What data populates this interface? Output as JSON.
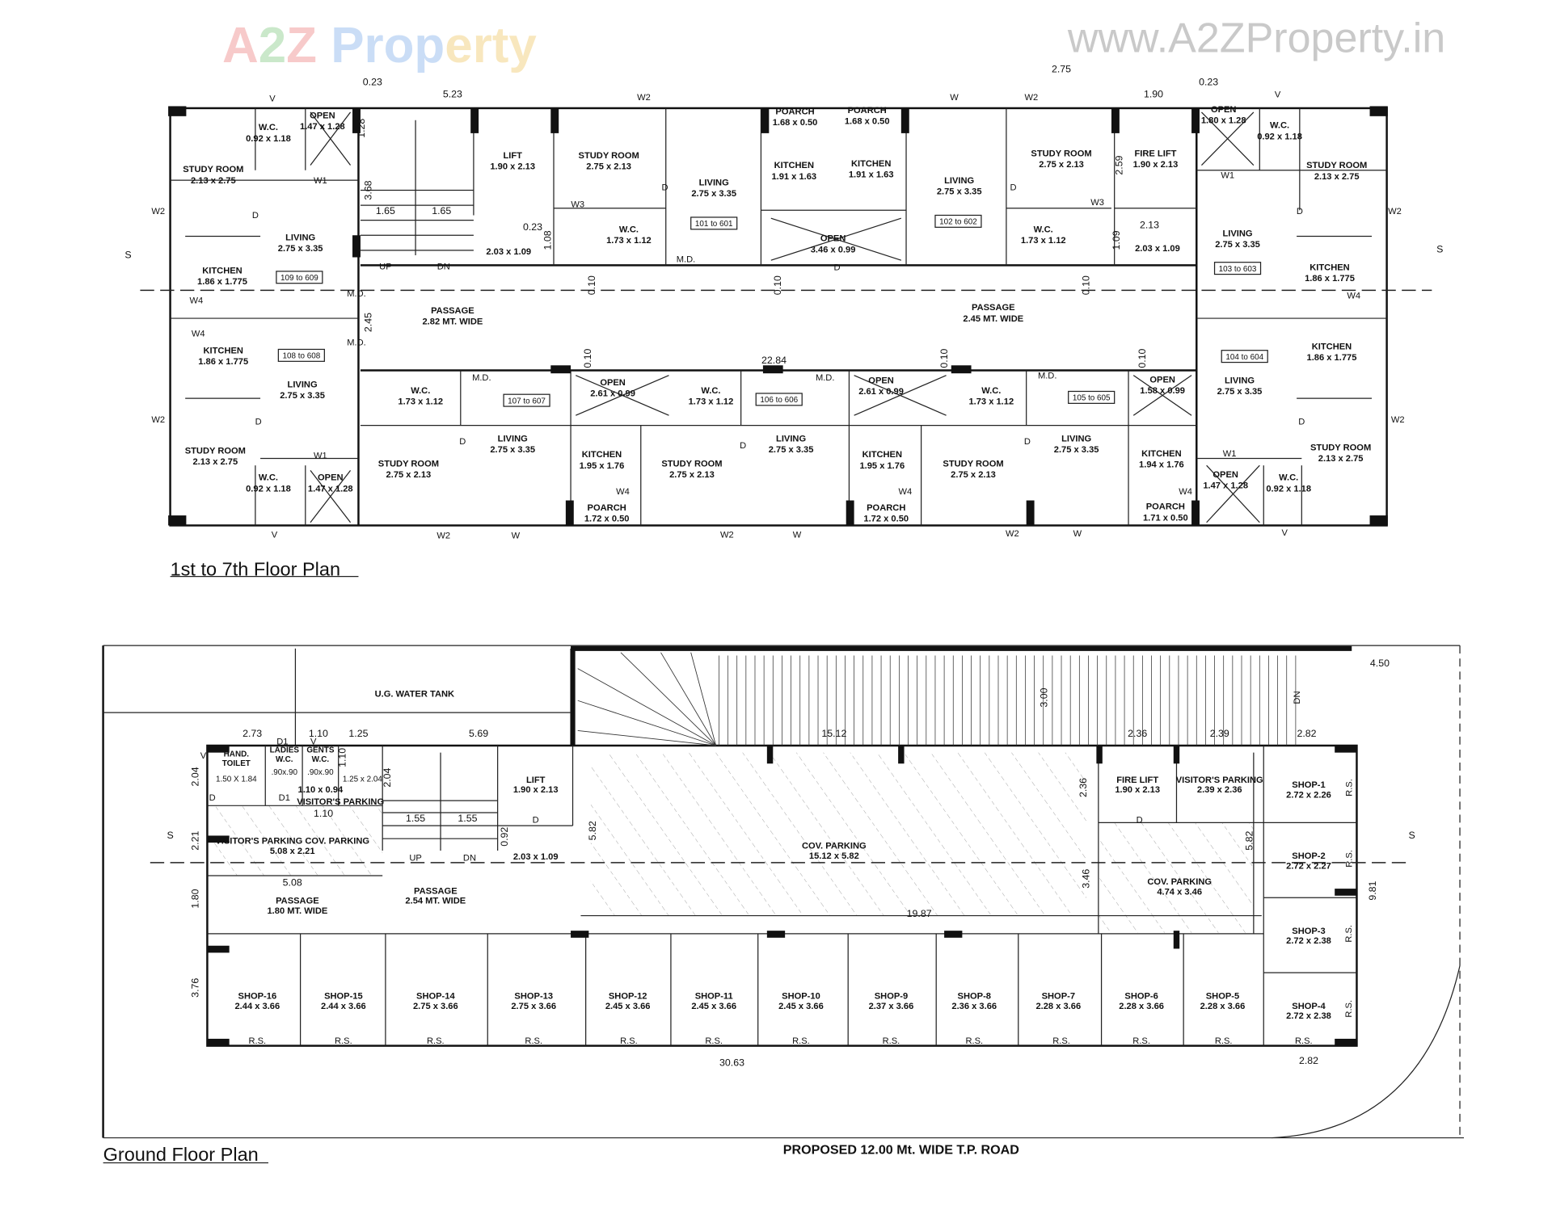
{
  "watermark": {
    "logo": "A2Z Property",
    "url": "www.A2ZProperty.in",
    "logo_colors": [
      "#f4a3a3",
      "#9fd79f",
      "#9fc3ef",
      "#f4d58a"
    ]
  },
  "upper": {
    "title": "1st to 7th Floor Plan",
    "rooms": [
      {
        "name": "STUDY ROOM",
        "size": "2.13 x 2.75"
      },
      {
        "name": "W.C.",
        "size": "0.92 x 1.18"
      },
      {
        "name": "OPEN",
        "size": "1.47 x 1.28"
      },
      {
        "name": "LIVING",
        "size": "2.75 x 3.35"
      },
      {
        "name": "KITCHEN",
        "size": "1.86 x 1.775"
      },
      {
        "name": "LIFT",
        "size": "1.90 x 2.13"
      },
      {
        "name": "STUDY ROOM",
        "size": "2.75 x 2.13"
      },
      {
        "name": "LIVING",
        "size": "2.75 x 3.35"
      },
      {
        "name": "KITCHEN",
        "size": "1.91 x 1.63"
      },
      {
        "name": "POARCH",
        "size": "1.68 x 0.50"
      },
      {
        "name": "POARCH",
        "size": "1.68 x 0.50"
      },
      {
        "name": "KITCHEN",
        "size": "1.91 x 1.63"
      },
      {
        "name": "LIVING",
        "size": "2.75 x 3.35"
      },
      {
        "name": "STUDY ROOM",
        "size": "2.75 x 2.13"
      },
      {
        "name": "FIRE LIFT",
        "size": "1.90 x 2.13"
      },
      {
        "name": "OPEN",
        "size": "1.80 x 1.28"
      },
      {
        "name": "W.C.",
        "size": "0.92 x 1.18"
      },
      {
        "name": "STUDY ROOM",
        "size": "2.13 x 2.75"
      },
      {
        "name": "LIVING",
        "size": "2.75 x 3.35"
      },
      {
        "name": "KITCHEN",
        "size": "1.86 x 1.775"
      },
      {
        "name": "W.C.",
        "size": "1.73 x 1.12"
      },
      {
        "name": "OPEN",
        "size": "3.46 x 0.99"
      },
      {
        "name": "W.C.",
        "size": "1.73 x 1.12"
      },
      {
        "name": "",
        "size": "2.03 x 1.09"
      },
      {
        "name": "",
        "size": "2.03 x 1.09"
      },
      {
        "name": "PASSAGE",
        "size": "2.82 MT. WIDE"
      },
      {
        "name": "PASSAGE",
        "size": "2.45 MT. WIDE"
      },
      {
        "name": "KITCHEN",
        "size": "1.86 x 1.775"
      },
      {
        "name": "LIVING",
        "size": "2.75 x 3.35"
      },
      {
        "name": "STUDY ROOM",
        "size": "2.13 x 2.75"
      },
      {
        "name": "W.C.",
        "size": "0.92 x 1.18"
      },
      {
        "name": "OPEN",
        "size": "1.47 x 1.28"
      },
      {
        "name": "W.C.",
        "size": "1.73 x 1.12"
      },
      {
        "name": "OPEN",
        "size": "2.61 x 0.99"
      },
      {
        "name": "STUDY ROOM",
        "size": "2.75 x 2.13"
      },
      {
        "name": "LIVING",
        "size": "2.75 x 3.35"
      },
      {
        "name": "KITCHEN",
        "size": "1.95 x 1.76"
      },
      {
        "name": "POARCH",
        "size": "1.72 x 0.50"
      },
      {
        "name": "W.C.",
        "size": "1.73 x 1.12"
      },
      {
        "name": "STUDY ROOM",
        "size": "2.75 x 2.13"
      },
      {
        "name": "LIVING",
        "size": "2.75 x 3.35"
      },
      {
        "name": "OPEN",
        "size": "2.61 x 0.99"
      },
      {
        "name": "KITCHEN",
        "size": "1.95 x 1.76"
      },
      {
        "name": "POARCH",
        "size": "1.72 x 0.50"
      },
      {
        "name": "W.C.",
        "size": "1.73 x 1.12"
      },
      {
        "name": "STUDY ROOM",
        "size": "2.75 x 2.13"
      },
      {
        "name": "LIVING",
        "size": "2.75 x 3.35"
      },
      {
        "name": "OPEN",
        "size": "1.58 x 0.99"
      },
      {
        "name": "KITCHEN",
        "size": "1.94 x 1.76"
      },
      {
        "name": "POARCH",
        "size": "1.71 x 0.50"
      },
      {
        "name": "LIVING",
        "size": "2.75 x 3.35"
      },
      {
        "name": "KITCHEN",
        "size": "1.86 x 1.775"
      },
      {
        "name": "STUDY ROOM",
        "size": "2.13 x 2.75"
      },
      {
        "name": "W.C.",
        "size": "0.92 x 1.18"
      },
      {
        "name": "OPEN",
        "size": "1.47 x 1.28"
      }
    ],
    "unit_tags": [
      "109 to 609",
      "101 to 601",
      "102 to 602",
      "103 to 603",
      "108 to 608",
      "107 to 607",
      "106 to 606",
      "105 to 605",
      "104 to 604"
    ],
    "dimensions": [
      "0.23",
      "5.23",
      "2.75",
      "1.90",
      "0.23",
      "22.84",
      "1.65",
      "1.65",
      "2.13",
      "0.23",
      "3.68",
      "1.28",
      "2.45",
      "2.59",
      "1.08",
      "1.09",
      "0.10",
      "0.10",
      "0.10",
      "0.10",
      "0.10",
      "0.10"
    ],
    "markers": [
      "V",
      "W2",
      "W",
      "W2",
      "V",
      "V",
      "W2",
      "W",
      "W2",
      "W",
      "W2",
      "W",
      "V",
      "W2",
      "W2",
      "W2",
      "W2",
      "UP",
      "DN",
      "M.D.",
      "M.D.",
      "M.D.",
      "M.D.",
      "M.D.",
      "M.D.",
      "W1",
      "W1",
      "W1",
      "W1",
      "W3",
      "W3",
      "W4",
      "W4",
      "W4",
      "W4",
      "W4",
      "W4",
      "D",
      "D",
      "D",
      "D",
      "D",
      "D",
      "D",
      "D",
      "D",
      "D"
    ],
    "section_marks": [
      "S",
      "S"
    ]
  },
  "ground": {
    "title": "Ground Floor Plan",
    "road": "PROPOSED 12.00 Mt. WIDE T.P. ROAD",
    "rooms": [
      {
        "name": "U.G. WATER TANK",
        "size": ""
      },
      {
        "name": "HAND. TOILET",
        "size": "1.50 X 1.84"
      },
      {
        "name": "LADIES W.C.",
        "size": ".90x.90"
      },
      {
        "name": "GENTS W.C.",
        "size": ".90x.90"
      },
      {
        "name": "",
        "size": "1.25 x 2.04"
      },
      {
        "name": "",
        "size": "1.10 x 0.94"
      },
      {
        "name": "VISITOR'S PARKING",
        "size": ""
      },
      {
        "name": "VISITOR'S PARKING COV. PARKING",
        "size": "5.08 x 2.21"
      },
      {
        "name": "PASSAGE",
        "size": "1.80 MT. WIDE"
      },
      {
        "name": "PASSAGE",
        "size": "2.54 MT. WIDE"
      },
      {
        "name": "LIFT",
        "size": "1.90 x 2.13"
      },
      {
        "name": "",
        "size": "2.03 x 1.09"
      },
      {
        "name": "COV. PARKING",
        "size": "15.12 x 5.82"
      },
      {
        "name": "FIRE LIFT",
        "size": "1.90 x 2.13"
      },
      {
        "name": "VISITOR'S PARKING",
        "size": "2.39 x 2.36"
      },
      {
        "name": "COV. PARKING",
        "size": "4.74 x 3.46"
      }
    ],
    "shops": [
      {
        "name": "SHOP-1",
        "size": "2.72 x 2.26"
      },
      {
        "name": "SHOP-2",
        "size": "2.72 x 2.27"
      },
      {
        "name": "SHOP-3",
        "size": "2.72 x 2.38"
      },
      {
        "name": "SHOP-4",
        "size": "2.72 x 2.38"
      },
      {
        "name": "SHOP-5",
        "size": "2.28 x 3.66"
      },
      {
        "name": "SHOP-6",
        "size": "2.28 x 3.66"
      },
      {
        "name": "SHOP-7",
        "size": "2.28 x 3.66"
      },
      {
        "name": "SHOP-8",
        "size": "2.36 x 3.66"
      },
      {
        "name": "SHOP-9",
        "size": "2.37 x 3.66"
      },
      {
        "name": "SHOP-10",
        "size": "2.45 x 3.66"
      },
      {
        "name": "SHOP-11",
        "size": "2.45 x 3.66"
      },
      {
        "name": "SHOP-12",
        "size": "2.45 x 3.66"
      },
      {
        "name": "SHOP-13",
        "size": "2.75 x 3.66"
      },
      {
        "name": "SHOP-14",
        "size": "2.75 x 3.66"
      },
      {
        "name": "SHOP-15",
        "size": "2.44 x 3.66"
      },
      {
        "name": "SHOP-16",
        "size": "2.44 x 3.66"
      }
    ],
    "rs_label": "R.S.",
    "dimensions": [
      "2.73",
      "1.10",
      "1.25",
      "5.69",
      "15.12",
      "2.36",
      "2.39",
      "2.82",
      "4.50",
      "1.10",
      "5.08",
      "19.87",
      "30.63",
      "2.82",
      "1.55",
      "1.55",
      "3.00",
      "9.81",
      "2.04",
      "2.21",
      "1.80",
      "3.76",
      "5.82",
      "5.82",
      "2.36",
      "3.46",
      "1.10",
      "2.04",
      "0.92"
    ],
    "markers": [
      "UP",
      "DN",
      "DN",
      "D",
      "D",
      "D",
      "V",
      "V",
      "D1",
      "D1"
    ],
    "section_marks": [
      "S",
      "S"
    ]
  }
}
